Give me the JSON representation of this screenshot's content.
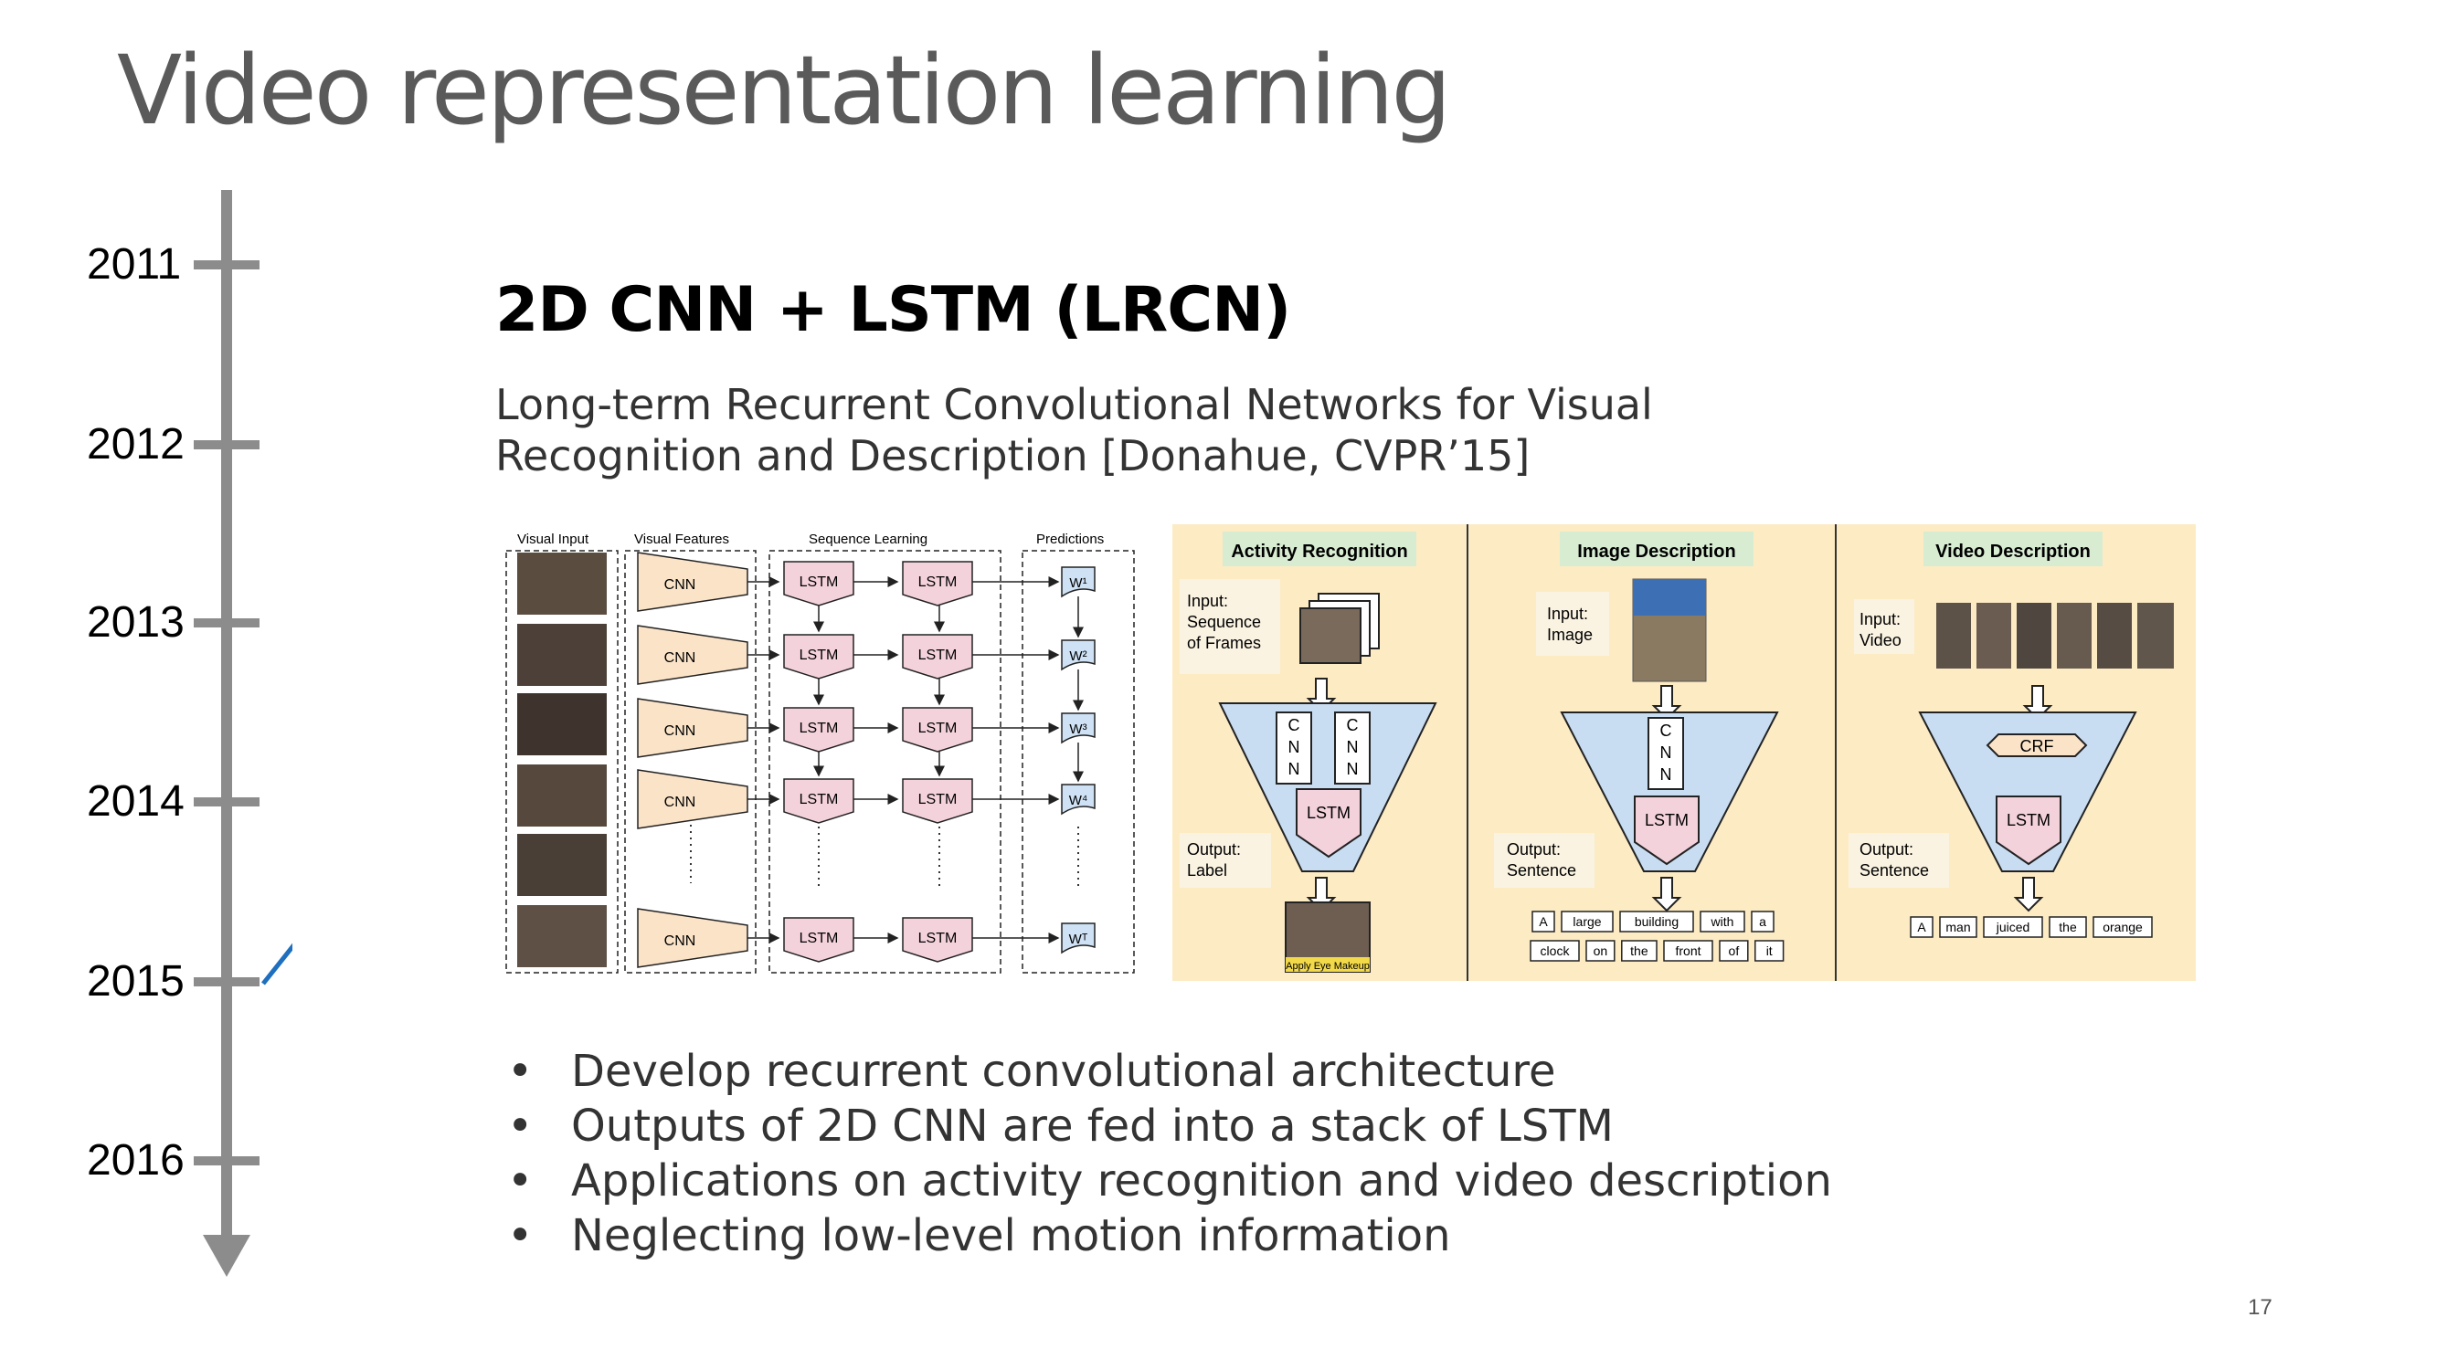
{
  "title": "Video representation learning",
  "timeline": {
    "years": [
      "2011",
      "2012",
      "2013",
      "2014",
      "2015",
      "2016"
    ],
    "highlighted_year": "2015",
    "axis_color": "#8c8c8c",
    "pointer_color": "#1f6fbf"
  },
  "section": {
    "subtitle": "2D CNN + LSTM (LRCN)",
    "paper_line1": "Long-term Recurrent Convolutional Networks for Visual",
    "paper_line2": "Recognition and Description [Donahue, CVPR’15]"
  },
  "lrcn_diagram": {
    "headers": [
      "Visual Input",
      "Visual Features",
      "Sequence Learning",
      "Predictions"
    ],
    "cnn_label": "CNN",
    "lstm_label": "LSTM",
    "predictions": [
      "W¹",
      "W²",
      "W³",
      "W⁴",
      "Wᵀ"
    ],
    "cnn_fill": "#fbe3c8",
    "lstm_fill": "#f4d2dc"
  },
  "tasks_diagram": {
    "background": "#fdebc4",
    "panels": [
      {
        "title": "Activity Recognition",
        "input": [
          "Input:",
          "Sequence",
          "of Frames"
        ],
        "output": [
          "Output:",
          "Label"
        ],
        "cnn_letters": [
          "C",
          "N",
          "N"
        ],
        "inner_label": "LSTM",
        "output_caption": "Apply Eye Makeup"
      },
      {
        "title": "Image Description",
        "input": [
          "Input:",
          "Image"
        ],
        "output": [
          "Output:",
          "Sentence"
        ],
        "cnn_letters": [
          "C",
          "N",
          "N"
        ],
        "inner_label": "LSTM",
        "words_row1": [
          "A",
          "large",
          "building",
          "with",
          "a"
        ],
        "words_row2": [
          "clock",
          "on",
          "the",
          "front",
          "of",
          "it"
        ]
      },
      {
        "title": "Video Description",
        "input": [
          "Input:",
          "Video"
        ],
        "output": [
          "Output:",
          "Sentence"
        ],
        "crf_label": "CRF",
        "inner_label": "LSTM",
        "words_row1": [
          "A",
          "man",
          "juiced",
          "the",
          "orange"
        ]
      }
    ]
  },
  "bullets": [
    "Develop recurrent convolutional architecture",
    "Outputs of 2D CNN are fed into a stack of LSTM",
    "Applications on activity recognition and video description",
    "Neglecting low-level motion information"
  ],
  "bullet_glyph": "•",
  "page_number": "17"
}
